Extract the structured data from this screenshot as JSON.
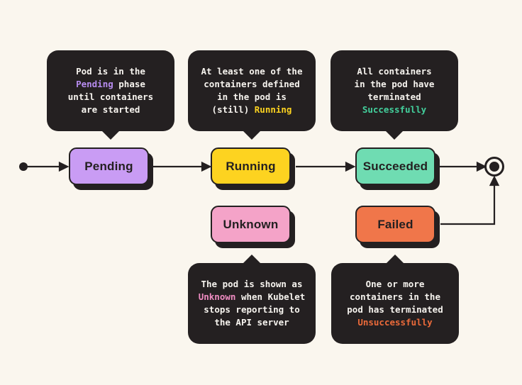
{
  "page": {
    "background_color": "#faf6ee",
    "ink_color": "#242021",
    "bubble_background": "#242021",
    "bubble_text_color": "#f7f4ef"
  },
  "icons": {
    "start_node": "filled-dot",
    "end_node": "bullseye-double-circle",
    "bubble_tail": "triangle-pointer",
    "arrow": "solid-triangle-arrowhead"
  },
  "states": [
    {
      "id": "pending",
      "label": "Pending",
      "color": "#c99cf4"
    },
    {
      "id": "running",
      "label": "Running",
      "color": "#fdd320"
    },
    {
      "id": "succeeded",
      "label": "Succeeded",
      "color": "#6fdcb2"
    },
    {
      "id": "unknown",
      "label": "Unknown",
      "color": "#f4a3c8"
    },
    {
      "id": "failed",
      "label": "Failed",
      "color": "#f0764a"
    }
  ],
  "bubbles": [
    {
      "id": "pending-note",
      "points_to": "pending",
      "highlight_color": "#b78cf0",
      "lines": [
        [
          {
            "t": "Pod is in the"
          }
        ],
        [
          {
            "t": "Pending",
            "h": true
          },
          {
            "t": " phase"
          }
        ],
        [
          {
            "t": "until containers"
          }
        ],
        [
          {
            "t": "are started"
          }
        ]
      ]
    },
    {
      "id": "running-note",
      "points_to": "running",
      "highlight_color": "#fdd320",
      "lines": [
        [
          {
            "t": "At least one of the"
          }
        ],
        [
          {
            "t": "containers defined"
          }
        ],
        [
          {
            "t": "in the pod is"
          }
        ],
        [
          {
            "t": "(still) "
          },
          {
            "t": "Running",
            "h": true
          }
        ]
      ]
    },
    {
      "id": "succeeded-note",
      "points_to": "succeeded",
      "highlight_color": "#43cf9c",
      "lines": [
        [
          {
            "t": "All containers"
          }
        ],
        [
          {
            "t": "in the pod have"
          }
        ],
        [
          {
            "t": "terminated"
          }
        ],
        [
          {
            "t": "Successfully",
            "h": true
          }
        ]
      ]
    },
    {
      "id": "unknown-note",
      "points_to": "unknown",
      "highlight_color": "#ef8cc2",
      "lines": [
        [
          {
            "t": "The pod is shown as"
          }
        ],
        [
          {
            "t": "Unknown",
            "h": true
          },
          {
            "t": " when Kubelet"
          }
        ],
        [
          {
            "t": "stops reporting to"
          }
        ],
        [
          {
            "t": "the API server"
          }
        ]
      ]
    },
    {
      "id": "failed-note",
      "points_to": "failed",
      "highlight_color": "#eb6a3a",
      "lines": [
        [
          {
            "t": "One or more"
          }
        ],
        [
          {
            "t": "containers in the"
          }
        ],
        [
          {
            "t": "pod has terminated"
          }
        ],
        [
          {
            "t": "Unsuccessfully",
            "h": true
          }
        ]
      ]
    }
  ]
}
